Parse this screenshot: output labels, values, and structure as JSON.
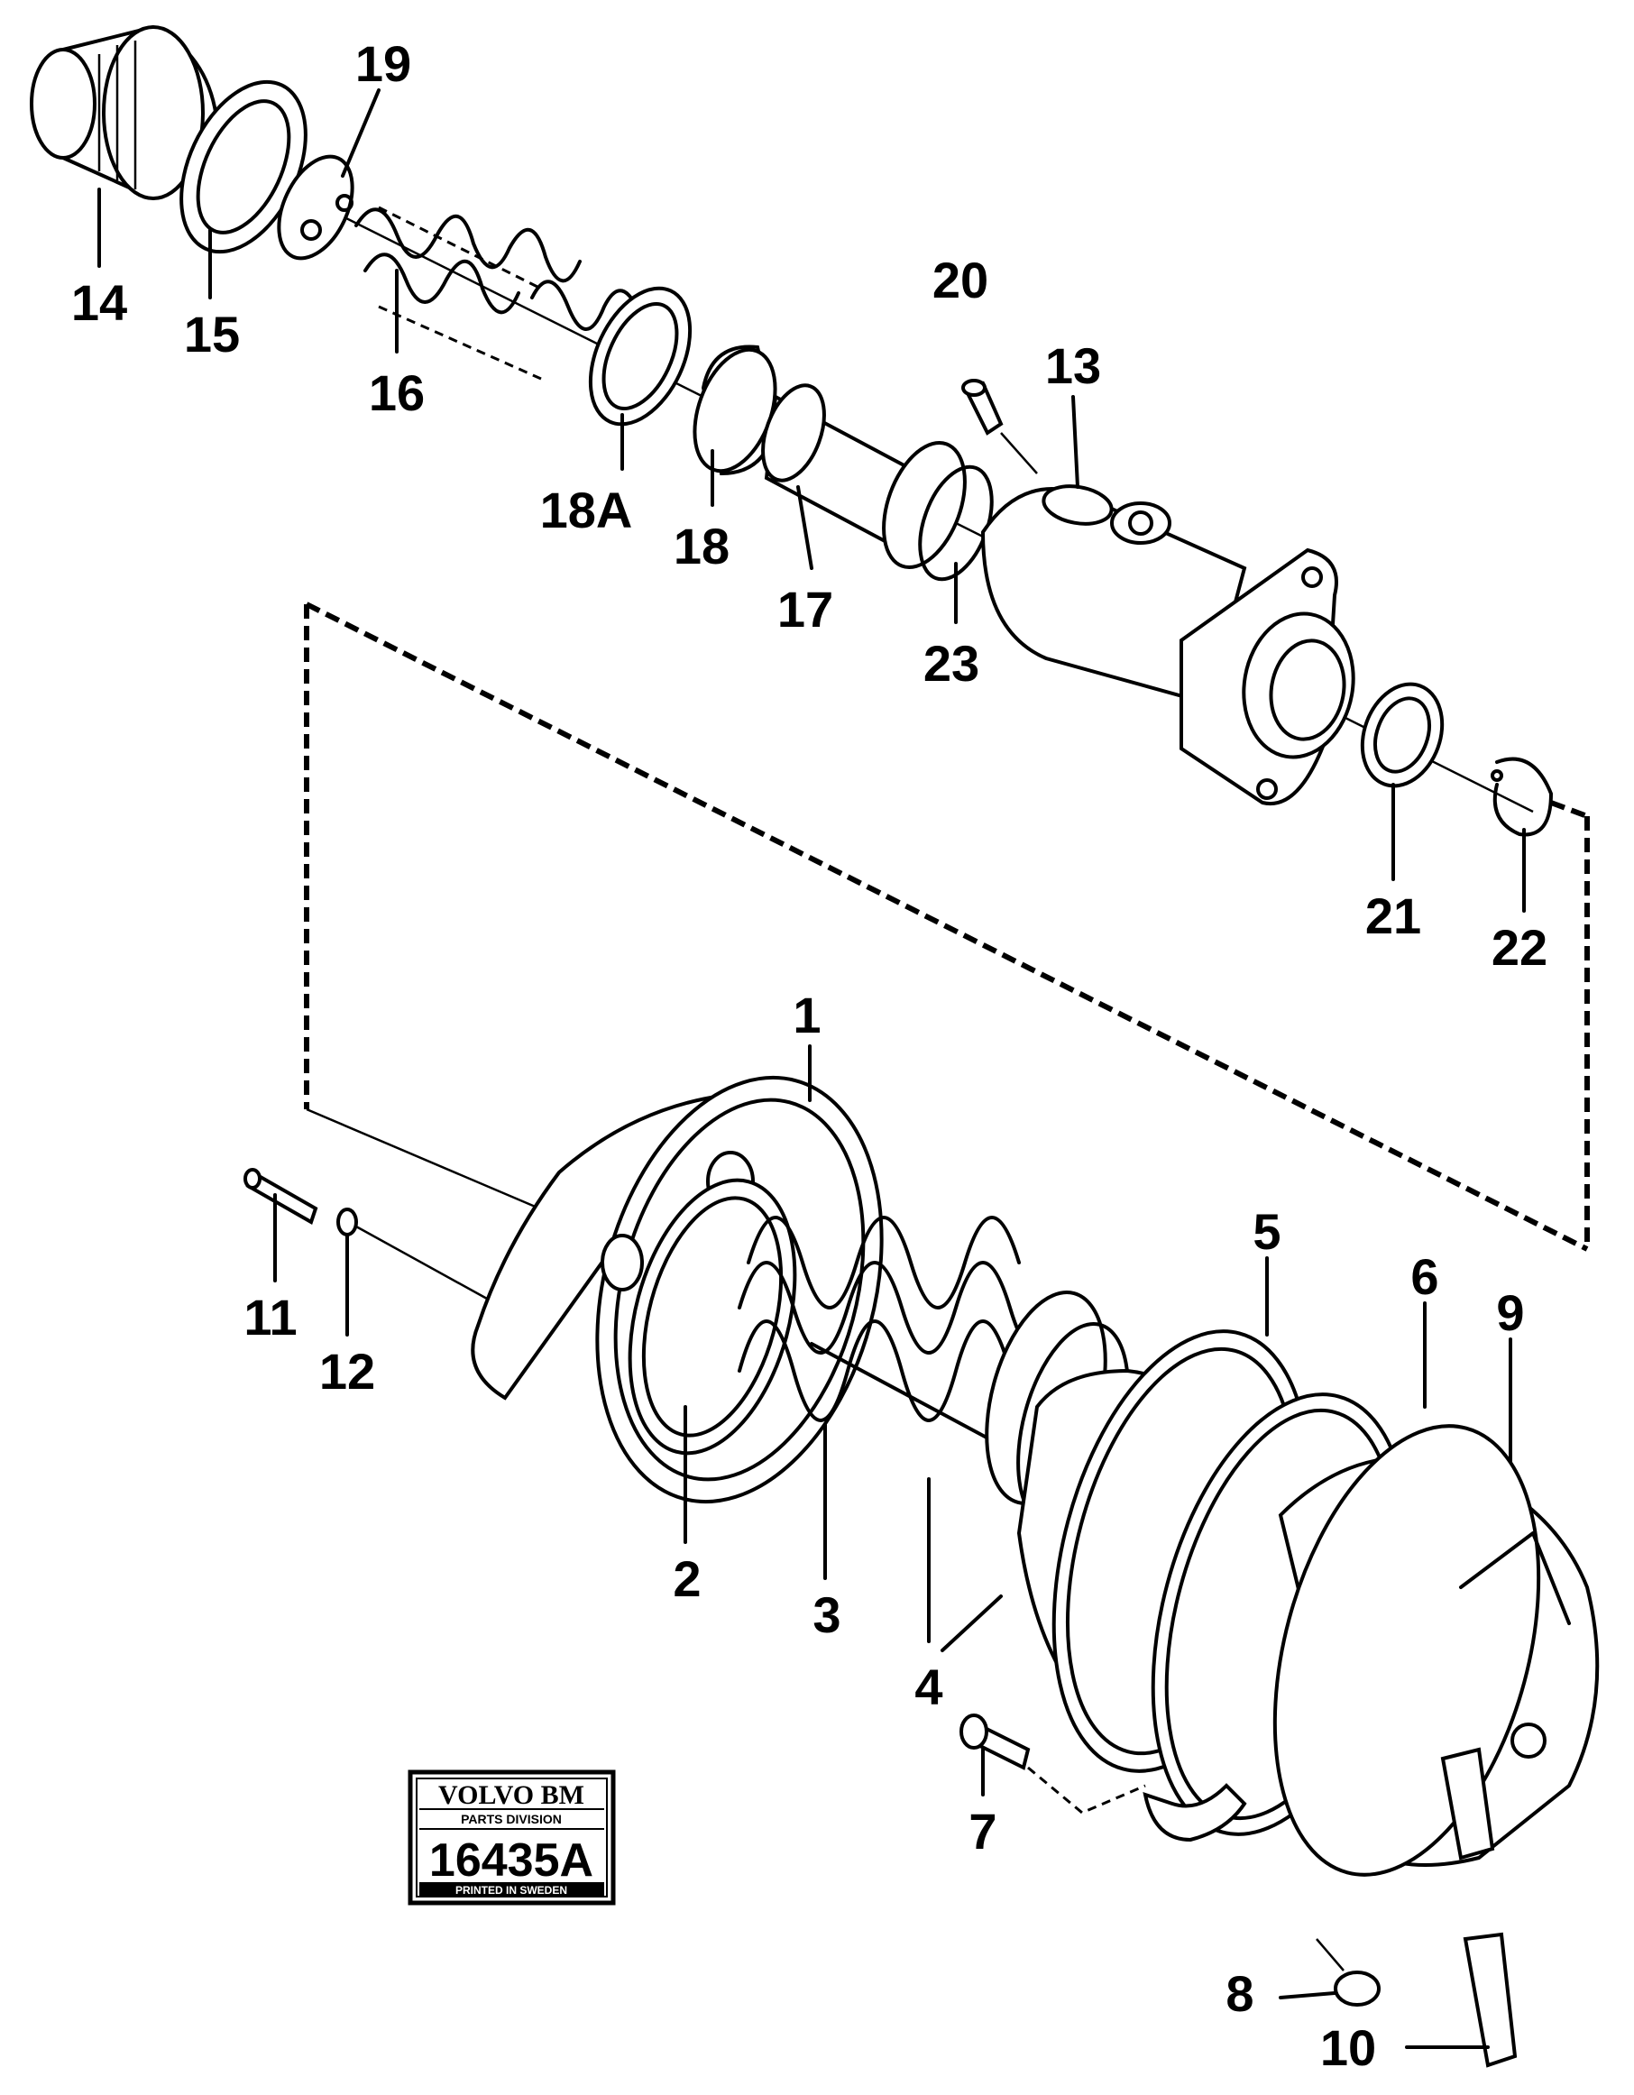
{
  "callouts": [
    "1",
    "2",
    "3",
    "4",
    "5",
    "6",
    "7",
    "8",
    "9",
    "10",
    "11",
    "12",
    "13",
    "14",
    "15",
    "16",
    "17",
    "18",
    "18A",
    "19",
    "20",
    "21",
    "22",
    "23"
  ],
  "stamp": {
    "brand": "VOLVO BM",
    "division": "PARTS DIVISION",
    "number": "16435A",
    "printed": "PRINTED IN SWEDEN"
  }
}
